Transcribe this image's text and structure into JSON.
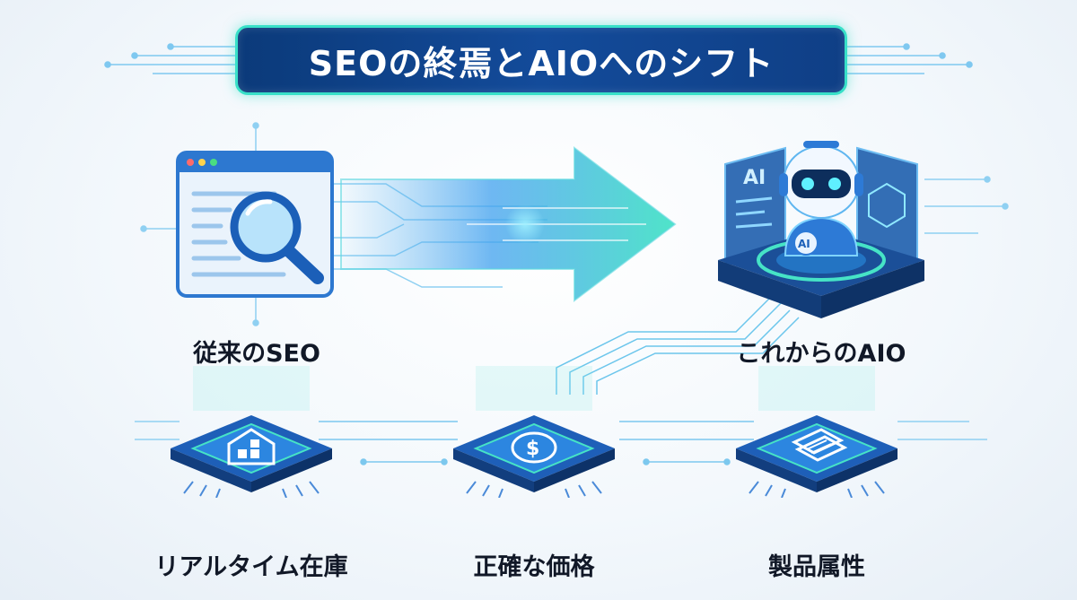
{
  "title": "SEOの終焉とAIOへのシフト",
  "left": {
    "label": "従来のSEO",
    "icon": "browser-search-icon"
  },
  "right": {
    "label": "これからのAIO",
    "icon": "ai-robot-icon",
    "screen_text": "AI",
    "badge_text": "AI"
  },
  "chips": [
    {
      "label": "リアルタイム在庫",
      "icon": "warehouse-icon"
    },
    {
      "label": "正確な価格",
      "icon": "dollar-icon"
    },
    {
      "label": "製品属性",
      "icon": "document-icon"
    }
  ],
  "colors": {
    "navy": "#0b3a7a",
    "blue": "#1e6fd0",
    "teal": "#38e0c8",
    "light_blue": "#5fb6f0"
  }
}
